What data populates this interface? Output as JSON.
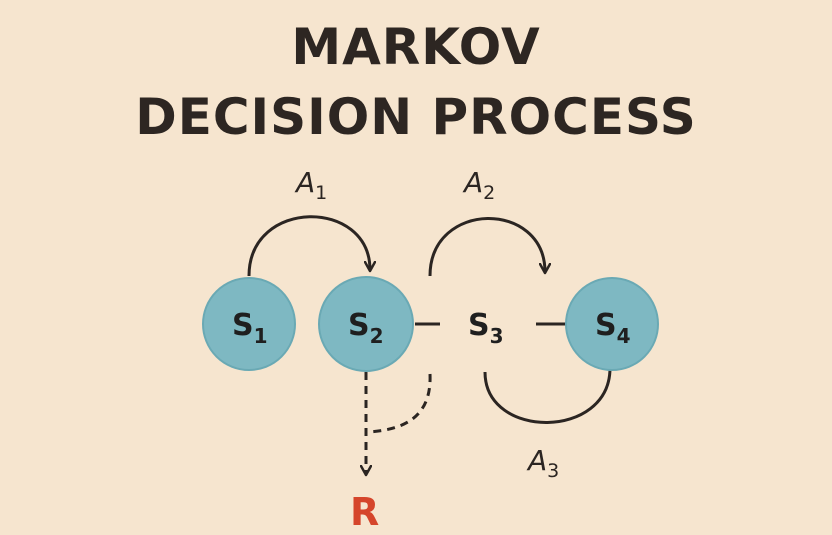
{
  "title": {
    "line1": "MARKOV",
    "line2": "DECISION PROCESS"
  },
  "states": [
    {
      "id": "s1",
      "letter": "S",
      "sub": "1",
      "filled": true
    },
    {
      "id": "s2",
      "letter": "S",
      "sub": "2",
      "filled": true
    },
    {
      "id": "s3",
      "letter": "S",
      "sub": "3",
      "filled": false
    },
    {
      "id": "s4",
      "letter": "S",
      "sub": "4",
      "filled": true
    }
  ],
  "actions": [
    {
      "id": "a1",
      "letter": "A",
      "sub": "1"
    },
    {
      "id": "a2",
      "letter": "A",
      "sub": "2"
    },
    {
      "id": "a3",
      "letter": "A",
      "sub": "3"
    }
  ],
  "reward": {
    "label": "R"
  },
  "colors": {
    "background": "#f6e5cf",
    "state_fill": "#7eb8c2",
    "state_stroke": "#6aa9b4",
    "arrow": "#2b2522",
    "reward": "#d5452b"
  }
}
